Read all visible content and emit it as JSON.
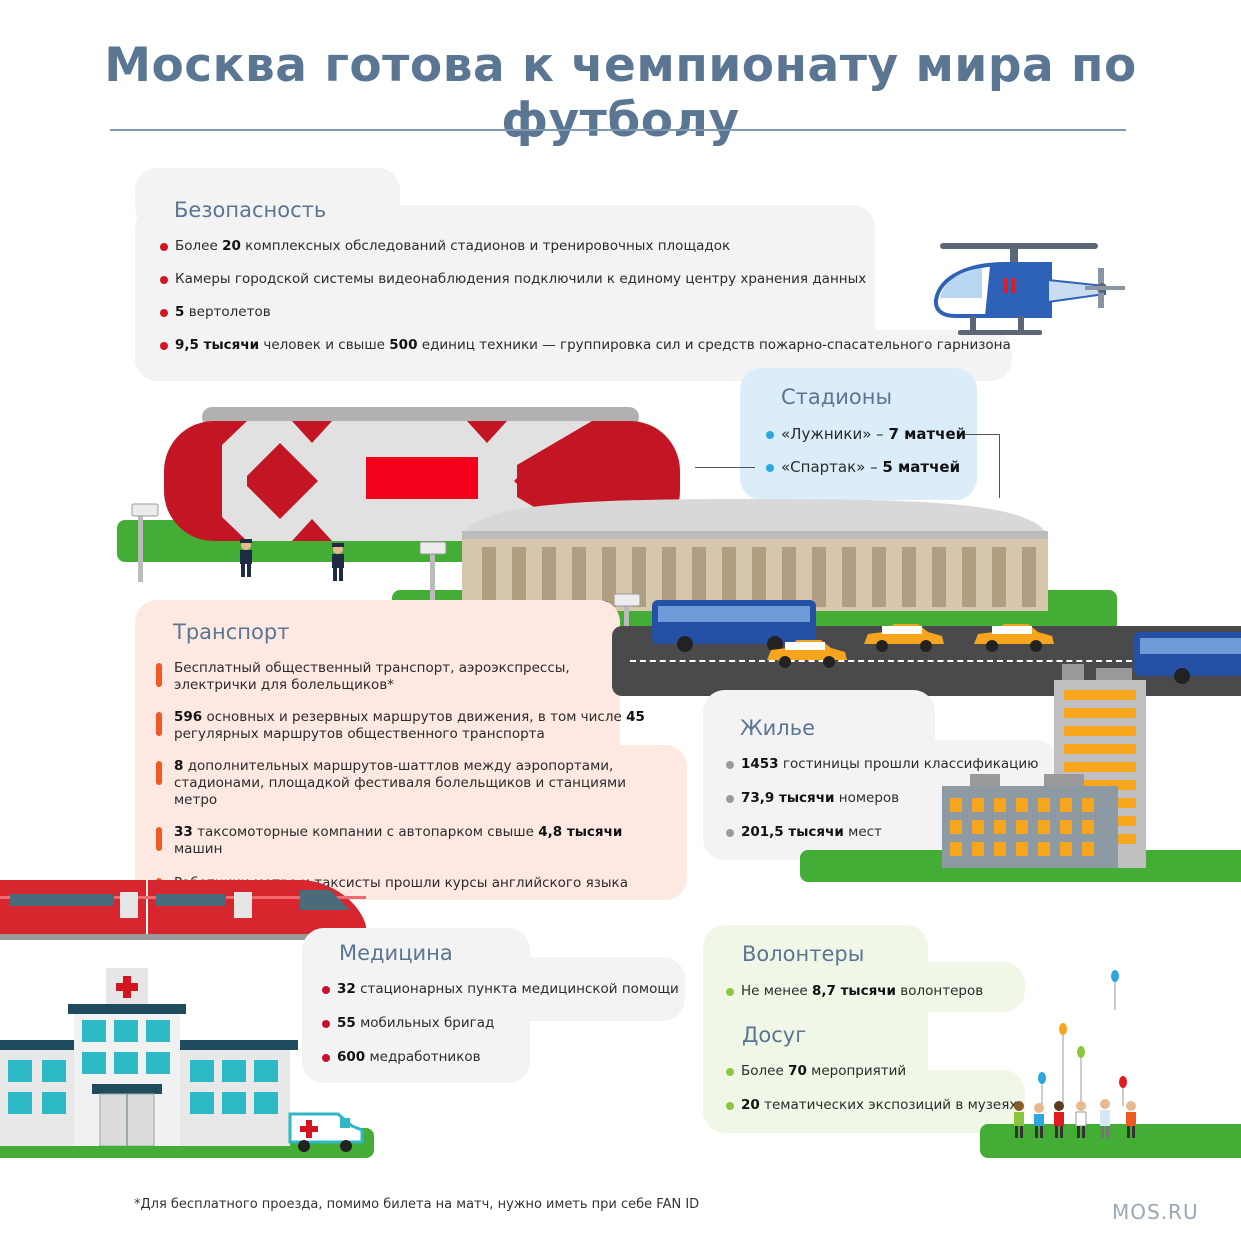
{
  "title": "Москва готова к чемпионату мира по футболу",
  "colors": {
    "title": "#5a7693",
    "security": "#d4151f",
    "stadiums": "#2aa7df",
    "transport": "#f05a22",
    "housing": "#9b9b9b",
    "medicine": "#c8102e",
    "volunteers": "#8cc63f",
    "grass": "#44ad35"
  },
  "security": {
    "title": "Безопасность",
    "items": [
      {
        "pre": "Более ",
        "bold": "20",
        "post": " комплексных обследований стадионов и тренировочных площадок"
      },
      {
        "pre": "",
        "bold": "",
        "post": "Камеры городской системы видеонаблюдения подключили к единому центру хранения данных"
      },
      {
        "pre": "",
        "bold": "5",
        "post": " вертолетов"
      },
      {
        "pre": "",
        "bold": "9,5 тысячи",
        "post": " человек и свыше ",
        "bold2": "500",
        "post2": " единиц техники — группировка сил и средств пожарно-спасательного гарнизона"
      }
    ]
  },
  "stadiums": {
    "title": "Стадионы",
    "items": [
      {
        "pre": "«Лужники» – ",
        "bold": "7 матчей",
        "post": ""
      },
      {
        "pre": "«Спартак» – ",
        "bold": "5 матчей",
        "post": ""
      }
    ]
  },
  "transport": {
    "title": "Транспорт",
    "items": [
      {
        "pre": "",
        "bold": "",
        "post": "Бесплатный общественный транспорт, аэроэкспрессы, электрички для болельщиков*"
      },
      {
        "pre": "",
        "bold": "596",
        "post": " основных и резервных маршрутов движения, в том числе ",
        "bold2": "45",
        "post2": " регулярных маршрутов общественного транспорта"
      },
      {
        "pre": "",
        "bold": "8",
        "post": " дополнительных маршрутов-шаттлов между аэропортами, стадионами, площадкой фестиваля болельщиков и станциями метро"
      },
      {
        "pre": "",
        "bold": "33",
        "post": " таксомоторные компании с автопарком свыше ",
        "bold2": "4,8 тысячи",
        "post2": " машин"
      },
      {
        "pre": "",
        "bold": "",
        "post": "Работники метро и таксисты прошли курсы английского языка"
      }
    ]
  },
  "housing": {
    "title": "Жилье",
    "items": [
      {
        "pre": "",
        "bold": "1453",
        "post": " гостиницы прошли классификацию"
      },
      {
        "pre": "",
        "bold": "73,9 тысячи",
        "post": " номеров"
      },
      {
        "pre": "",
        "bold": "201,5 тысячи",
        "post": " мест"
      }
    ]
  },
  "medicine": {
    "title": "Медицина",
    "items": [
      {
        "pre": "",
        "bold": "32",
        "post": " стационарных пункта медицинской помощи"
      },
      {
        "pre": "",
        "bold": "55",
        "post": " мобильных бригад"
      },
      {
        "pre": "",
        "bold": "600",
        "post": " медработников"
      }
    ]
  },
  "volunteers": {
    "title": "Волонтеры",
    "items": [
      {
        "pre": "Не менее ",
        "bold": "8,7 тысячи",
        "post": " волонтеров"
      }
    ]
  },
  "leisure": {
    "title": "Досуг",
    "items": [
      {
        "pre": "Более ",
        "bold": "70",
        "post": " мероприятий"
      },
      {
        "pre": "",
        "bold": "20",
        "post": " тематических экспозиций в музеях"
      }
    ]
  },
  "helicopter_mark": "II",
  "footnote": "*Для бесплатного проезда, помимо билета на матч, нужно иметь при себе FAN ID",
  "brand": "MOS.RU"
}
